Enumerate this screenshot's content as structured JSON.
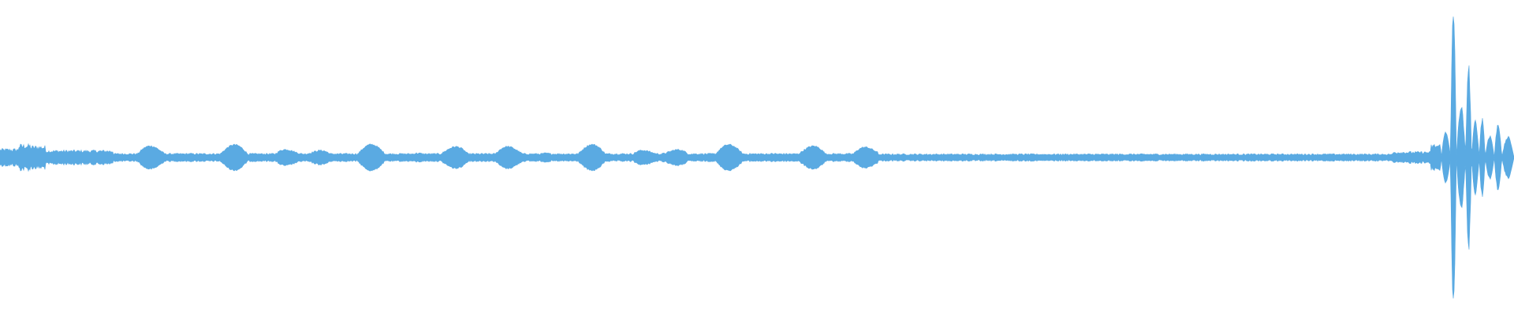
{
  "waveform": {
    "color": "#5aaae2",
    "peak_level": 1.0,
    "segments": [
      {
        "from": 0.0,
        "to": 0.012,
        "level": 0.06
      },
      {
        "from": 0.012,
        "to": 0.02,
        "level": 0.09
      },
      {
        "from": 0.02,
        "to": 0.03,
        "level": 0.08
      },
      {
        "from": 0.03,
        "to": 0.075,
        "level": 0.05
      },
      {
        "from": 0.075,
        "to": 0.58,
        "level": 0.07,
        "bursty": true
      },
      {
        "from": 0.58,
        "to": 0.92,
        "level": 0.025
      },
      {
        "from": 0.92,
        "to": 0.945,
        "level": 0.04
      },
      {
        "from": 0.945,
        "to": 0.952,
        "level": 0.09
      },
      {
        "from": 0.952,
        "to": 0.958,
        "level": 0.18
      },
      {
        "from": 0.958,
        "to": 0.962,
        "level": 1.0
      },
      {
        "from": 0.962,
        "to": 0.968,
        "level": 0.35
      },
      {
        "from": 0.968,
        "to": 0.972,
        "level": 0.63
      },
      {
        "from": 0.972,
        "to": 0.977,
        "level": 0.25
      },
      {
        "from": 0.977,
        "to": 0.981,
        "level": 0.27
      },
      {
        "from": 0.981,
        "to": 0.987,
        "level": 0.15
      },
      {
        "from": 0.987,
        "to": 0.992,
        "level": 0.23
      },
      {
        "from": 0.992,
        "to": 1.0,
        "level": 0.14
      }
    ]
  }
}
